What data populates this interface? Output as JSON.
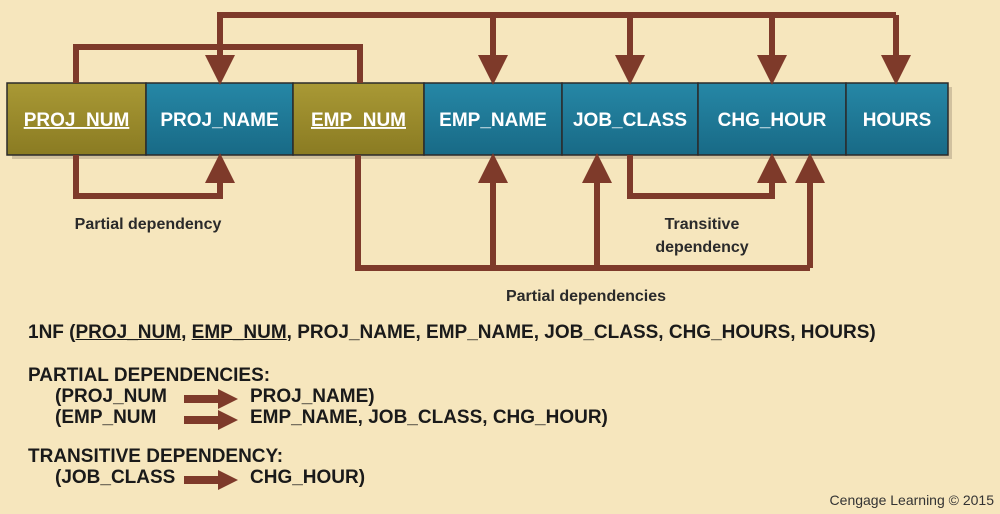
{
  "colors": {
    "background": "#f6e6bd",
    "key_cell": "#9a8a2c",
    "attr_cell": "#1f7896",
    "arrow": "#7e3a2a"
  },
  "attributes": [
    {
      "label": "PROJ_NUM",
      "key": true
    },
    {
      "label": "PROJ_NAME",
      "key": false
    },
    {
      "label": "EMP_NUM",
      "key": true
    },
    {
      "label": "EMP_NAME",
      "key": false
    },
    {
      "label": "JOB_CLASS",
      "key": false
    },
    {
      "label": "CHG_HOUR",
      "key": false
    },
    {
      "label": "HOURS",
      "key": false
    }
  ],
  "labels": {
    "partial_dependency": "Partial dependency",
    "transitive_dependency_line1": "Transitive",
    "transitive_dependency_line2": "dependency",
    "partial_dependencies": "Partial dependencies"
  },
  "summary": {
    "nf_prefix": "1NF (",
    "nf_key1": "PROJ_NUM",
    "nf_sep": ", ",
    "nf_key2": "EMP_NUM",
    "nf_rest": ", PROJ_NAME, EMP_NAME, JOB_CLASS, CHG_HOURS, HOURS)",
    "partial_heading": "PARTIAL DEPENDENCIES:",
    "partial1_left": "(PROJ_NUM",
    "partial1_right": "PROJ_NAME)",
    "partial2_left": "(EMP_NUM",
    "partial2_right": "EMP_NAME, JOB_CLASS, CHG_HOUR)",
    "transitive_heading": "TRANSITIVE DEPENDENCY:",
    "transitive1_left": "(JOB_CLASS",
    "transitive1_right": "CHG_HOUR)"
  },
  "copyright": "Cengage Learning © 2015"
}
